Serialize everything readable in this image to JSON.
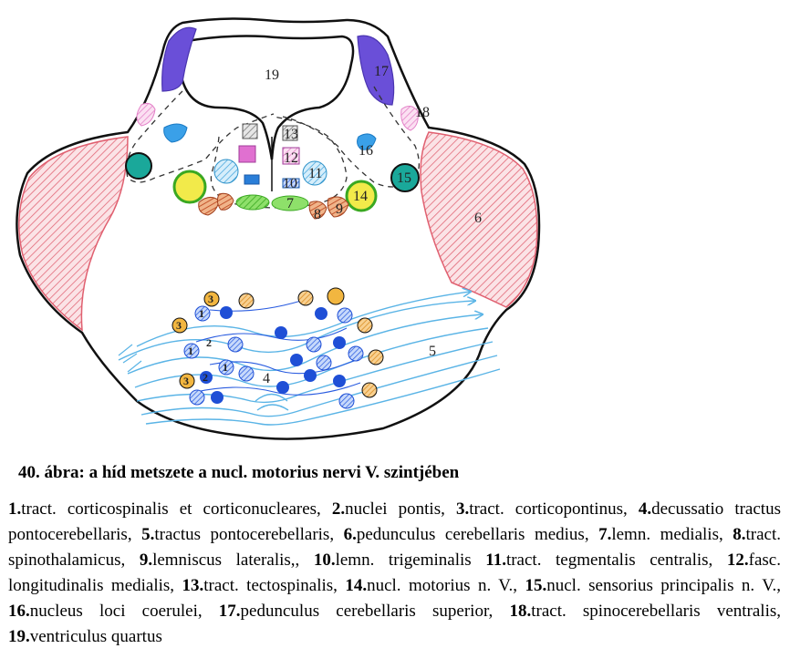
{
  "figure": {
    "labels": {
      "n19": "19",
      "n17": "17",
      "n18": "18",
      "n16": "16",
      "n15": "15",
      "n14": "14",
      "n13": "13",
      "n12": "12",
      "n11": "11",
      "n10": "10",
      "n9": "9",
      "n8": "8",
      "n7": "7",
      "n6": "6",
      "n5": "5",
      "n4": "4",
      "n3a": "3",
      "n3b": "3",
      "n3c": "3",
      "n2a": "2",
      "n2b": "2",
      "n1a": "1",
      "n1b": "1",
      "n1c": "1"
    },
    "colors": {
      "outline": "#111111",
      "peduncle_red": "#e06070",
      "sup_peduncle_purple": "#6a4fd8",
      "pink": "#f2a6d8",
      "blue_light": "#6cc5ea",
      "teal": "#1aa89a",
      "green": "#55c83a",
      "yellow": "#f2ea4a",
      "orange": "#e0902a",
      "red_brown": "#d2653a",
      "dark_blue": "#1f4fd6",
      "fiber_blue": "#5ab4e6",
      "gray": "#9a9a9a"
    }
  },
  "caption": "40. ábra: a híd metszete a nucl. motorius nervi V. szintjében",
  "legend": [
    {
      "num": "1.",
      "text": "tract. corticospinalis et corticonucleares, "
    },
    {
      "num": "2.",
      "text": "nuclei pontis, "
    },
    {
      "num": "3.",
      "text": "tract. corticopontinus, "
    },
    {
      "num": "4.",
      "text": "decussatio tractus pontocerebellaris, "
    },
    {
      "num": "5.",
      "text": "tractus pontocerebellaris, "
    },
    {
      "num": "6.",
      "text": "pedunculus cerebellaris medius, "
    },
    {
      "num": "7.",
      "text": "lemn. medialis, "
    },
    {
      "num": "8.",
      "text": "tract. spinothalamicus, "
    },
    {
      "num": "9.",
      "text": "lemniscus lateralis,, "
    },
    {
      "num": "10.",
      "text": "lemn. trigeminalis "
    },
    {
      "num": "11.",
      "text": "tract. tegmentalis centralis, "
    },
    {
      "num": "12.",
      "text": "fasc. longitudinalis medialis, "
    },
    {
      "num": "13.",
      "text": "tract. tectospinalis, "
    },
    {
      "num": "14.",
      "text": "nucl. motorius n. V., "
    },
    {
      "num": "15.",
      "text": "nucl. sensorius principalis n. V., "
    },
    {
      "num": "16.",
      "text": "nucleus loci coerulei, "
    },
    {
      "num": "17.",
      "text": "pedunculus cerebellaris superior, "
    },
    {
      "num": "18.",
      "text": "tract. spinocerebellaris ventralis, "
    },
    {
      "num": "19.",
      "text": "ventriculus quartus"
    }
  ]
}
